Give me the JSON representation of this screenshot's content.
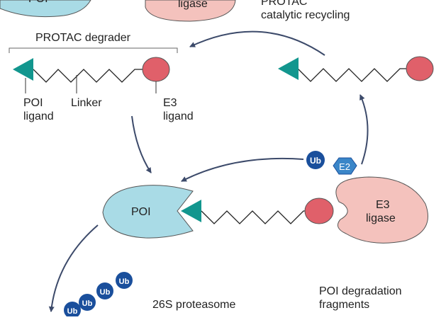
{
  "labels": {
    "top_left_protein_partial": "POI",
    "top_e3_partial": "ligase",
    "recycling_line1": "PROTAC",
    "recycling_line2": "catalytic recycling",
    "degrader_title": "PROTAC degrader",
    "poi_ligand_line1": "POI",
    "poi_ligand_line2": "ligand",
    "linker": "Linker",
    "e3_ligand_line1": "E3",
    "e3_ligand_line2": "ligand",
    "poi": "POI",
    "e3_ligase_line1": "E3",
    "e3_ligase_line2": "ligase",
    "e2": "E2",
    "ub": "Ub",
    "proteasome": "26S proteasome",
    "fragments_line1": "POI degradation",
    "fragments_line2": "fragments"
  },
  "colors": {
    "poi_fill": "#a9dbe6",
    "e3_fill": "#f4c2bd",
    "e3_ligand_fill": "#e0606a",
    "poi_ligand_fill": "#12968e",
    "ub_fill": "#1a4f9c",
    "e2_fill": "#3a86c8",
    "arrow": "#3c4a6a",
    "linker": "#222222"
  }
}
